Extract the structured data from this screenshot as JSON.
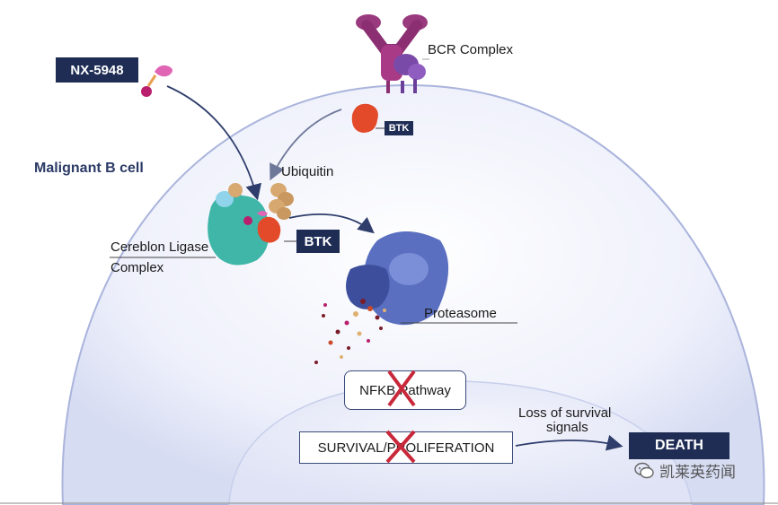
{
  "labels": {
    "bcr_complex": "BCR Complex",
    "malignant_b_cell": "Malignant  B cell",
    "ubiquitin": "Ubiquitin",
    "cereblon_line1": "Cereblon Ligase",
    "cereblon_line2": "Complex",
    "proteasome": "Proteasome",
    "loss_line1": "Loss of survival",
    "loss_line2": "signals"
  },
  "boxes": {
    "nx5948": "NX-5948",
    "btk_small": "BTK",
    "btk_large": "BTK",
    "nfkb": "NFKB Pathway",
    "survival": "SURVIVAL/PROLIFERATION",
    "death": "DEATH"
  },
  "watermark": {
    "text": "凯莱英药闻",
    "icon": "wechat-icon"
  },
  "colors": {
    "dark_box": "#1f2d55",
    "cross": "#c8283a",
    "arrow": "#2e3d6b",
    "cell_edge": "#aab4dc"
  }
}
